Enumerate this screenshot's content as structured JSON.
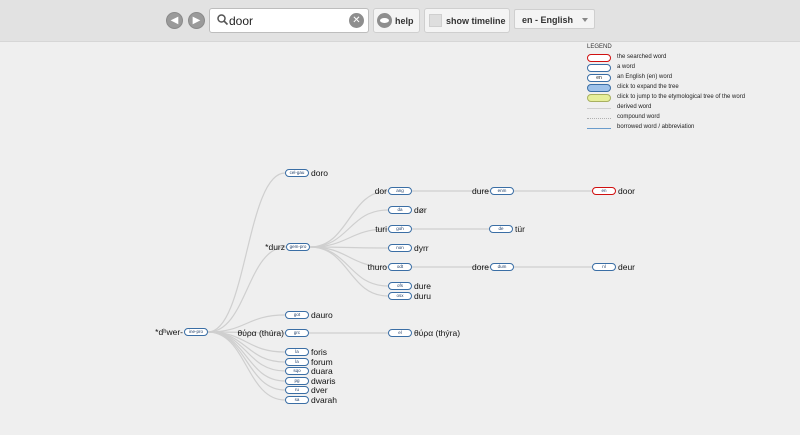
{
  "toolbar": {
    "back_icon": "arrow-left-icon",
    "forward_icon": "arrow-right-icon",
    "search_value": "door",
    "help_label": "help",
    "timeline_label": "show timeline",
    "language_value": "en - English"
  },
  "legend": {
    "title": "LEGEND",
    "items": [
      {
        "label": "the searched word",
        "sample": ""
      },
      {
        "label": "a word",
        "sample": ""
      },
      {
        "label": "an English (en) word",
        "sample": "en"
      },
      {
        "label": "click to expand the tree",
        "sample": ""
      },
      {
        "label": "click to jump to the etymological tree of the word",
        "sample": ""
      },
      {
        "label": "derived word",
        "sample": ""
      },
      {
        "label": "compound word",
        "sample": ""
      },
      {
        "label": "borrowed word / abbreviation",
        "sample": ""
      }
    ]
  },
  "colors": {
    "searched_border": "#d01010",
    "word_border": "#3a6ea5",
    "expand_fill": "#9ec2ea",
    "jump_fill": "#e6ef9a",
    "link_derived": "#cfcfcf",
    "link_borrowed": "#6a9ccc"
  },
  "tree": {
    "nodes": [
      {
        "id": "root",
        "word": "*dʰwer-",
        "lang": "ine-pro"
      },
      {
        "id": "doro",
        "word": "doro",
        "lang": "cel-gau"
      },
      {
        "id": "durz",
        "word": "*durz",
        "lang": "gem-pro"
      },
      {
        "id": "dor",
        "word": "dor",
        "lang": "ang"
      },
      {
        "id": "dure",
        "word": "dure",
        "lang": "enm"
      },
      {
        "id": "door",
        "word": "door",
        "lang": "en",
        "searched": true
      },
      {
        "id": "dor_da",
        "word": "dør",
        "lang": "da"
      },
      {
        "id": "turi",
        "word": "turi",
        "lang": "goh"
      },
      {
        "id": "tur",
        "word": "tür",
        "lang": "de"
      },
      {
        "id": "dyrr",
        "word": "dyrr",
        "lang": "non"
      },
      {
        "id": "thuro",
        "word": "thuro",
        "lang": "odt"
      },
      {
        "id": "dore",
        "word": "dore",
        "lang": "dum"
      },
      {
        "id": "deur",
        "word": "deur",
        "lang": "nl"
      },
      {
        "id": "dure_ofs",
        "word": "dure",
        "lang": "ofs"
      },
      {
        "id": "duru",
        "word": "duru",
        "lang": "osx"
      },
      {
        "id": "dauro",
        "word": "dauro",
        "lang": "got"
      },
      {
        "id": "thura",
        "word": "θύρα (thúra)",
        "lang": "grc"
      },
      {
        "id": "thyra",
        "word": "θύρα (thýra)",
        "lang": "el"
      },
      {
        "id": "foris",
        "word": "foris",
        "lang": "la"
      },
      {
        "id": "forum",
        "word": "forum",
        "lang": "la"
      },
      {
        "id": "duara",
        "word": "duara",
        "lang": "sqo"
      },
      {
        "id": "dwaris",
        "word": "dwaris",
        "lang": "pg"
      },
      {
        "id": "dver",
        "word": "dver",
        "lang": "ru"
      },
      {
        "id": "dvarah",
        "word": "dvarah",
        "lang": "sa"
      }
    ],
    "links": [
      [
        "root",
        "doro"
      ],
      [
        "root",
        "durz"
      ],
      [
        "root",
        "dauro"
      ],
      [
        "root",
        "thura"
      ],
      [
        "root",
        "foris"
      ],
      [
        "root",
        "forum"
      ],
      [
        "root",
        "duara"
      ],
      [
        "root",
        "dwaris"
      ],
      [
        "root",
        "dver"
      ],
      [
        "root",
        "dvarah"
      ],
      [
        "durz",
        "dor"
      ],
      [
        "durz",
        "dor_da"
      ],
      [
        "durz",
        "turi"
      ],
      [
        "durz",
        "dyrr"
      ],
      [
        "durz",
        "thuro"
      ],
      [
        "durz",
        "dure_ofs"
      ],
      [
        "durz",
        "duru"
      ],
      [
        "dor",
        "dure"
      ],
      [
        "dure",
        "door"
      ],
      [
        "turi",
        "tur"
      ],
      [
        "thuro",
        "dore"
      ],
      [
        "dore",
        "deur"
      ],
      [
        "thura",
        "thyra"
      ]
    ]
  }
}
